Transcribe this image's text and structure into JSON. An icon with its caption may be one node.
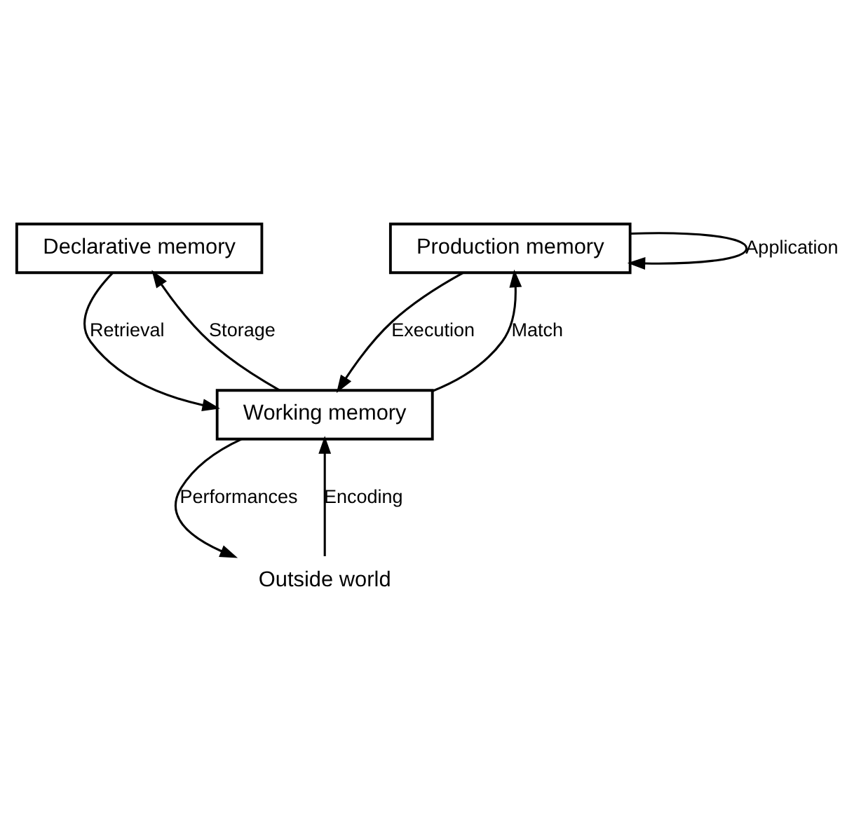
{
  "diagram": {
    "nodes": [
      {
        "text": [
          "Declarative memory"
        ]
      },
      {
        "text": [
          "Production memory"
        ]
      },
      {
        "text": [
          "Working memory"
        ]
      },
      {
        "text": [
          "Outside world"
        ]
      }
    ],
    "edges": [
      {
        "from": 2,
        "to": 0,
        "arrow": "to",
        "label": "Storage"
      },
      {
        "from": 0,
        "to": 2,
        "arrow": "to",
        "label": "Retrieval"
      },
      {
        "from": 2,
        "to": 1,
        "arrow": "to",
        "label": "Match"
      },
      {
        "from": 1,
        "to": 2,
        "arrow": "to",
        "label": "Execution"
      },
      {
        "from": 1,
        "to": 1,
        "arrow": "to",
        "label": "Application"
      },
      {
        "from": 3,
        "to": 2,
        "arrow": "to",
        "label": "Encoding"
      },
      {
        "from": 2,
        "to": 3,
        "arrow": "to",
        "label": "Performances"
      }
    ]
  }
}
